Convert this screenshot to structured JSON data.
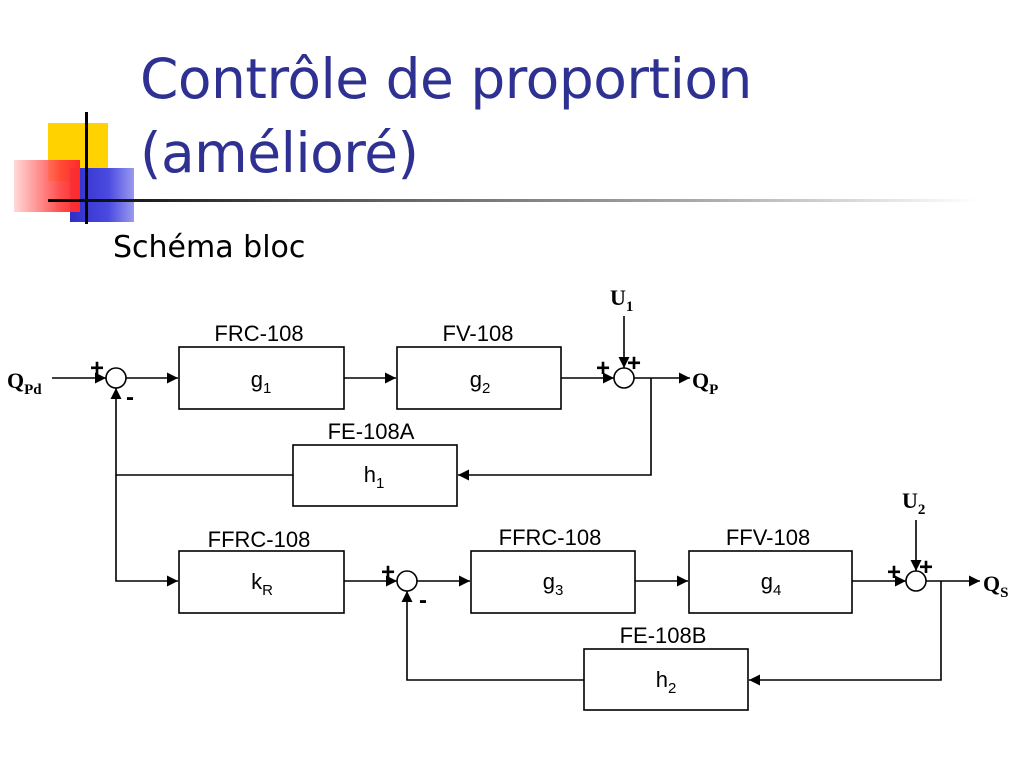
{
  "slide": {
    "title_line1": "Contrôle de proportion",
    "title_line2": "(amélioré)",
    "subtitle": "Schéma bloc"
  },
  "colors": {
    "title": "#2e3192",
    "deco_yellow": "#ffd200",
    "deco_blue": "#3333cc",
    "deco_red": "#ff3333"
  },
  "diagram": {
    "signals": {
      "qpd": {
        "main": "Q",
        "sub": "Pd"
      },
      "qp": {
        "main": "Q",
        "sub": "P"
      },
      "qs": {
        "main": "Q",
        "sub": "S"
      },
      "u1": {
        "main": "U",
        "sub": "1"
      },
      "u2": {
        "main": "U",
        "sub": "2"
      }
    },
    "blocks": {
      "g1": {
        "tag": "FRC-108",
        "fn": "g",
        "sub": "1"
      },
      "g2": {
        "tag": "FV-108",
        "fn": "g",
        "sub": "2"
      },
      "h1": {
        "tag": "FE-108A",
        "fn": "h",
        "sub": "1"
      },
      "kr": {
        "tag": "FFRC-108",
        "fn": "k",
        "sub": "R"
      },
      "g3": {
        "tag": "FFRC-108",
        "fn": "g",
        "sub": "3"
      },
      "g4": {
        "tag": "FFV-108",
        "fn": "g",
        "sub": "4"
      },
      "h2": {
        "tag": "FE-108B",
        "fn": "h",
        "sub": "2"
      }
    },
    "signs": {
      "s1_in": "+",
      "s1_fb": "-",
      "s2_in": "+",
      "s2_dist": "+",
      "s3_in": "+",
      "s3_fb": "-",
      "s4_in": "+",
      "s4_dist": "+"
    }
  }
}
